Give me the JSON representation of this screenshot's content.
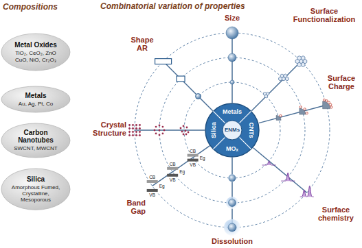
{
  "diagram": {
    "nodes": [
      {
        "text": [
          "Metal Oxides",
          "TiO₂, CeO₂, ZnO CuO, NiO, Cr₂O₃"
        ]
      },
      {
        "text": [
          "Metals",
          "Au, Ag, Pt, Co"
        ]
      },
      {
        "text": [
          "Carbon Nanotubes",
          "SWCNT, MWCNT"
        ]
      },
      {
        "text": [
          "Silica",
          "Amorphous Fumed, Crystalline, Mesoporous"
        ]
      },
      {
        "text": [
          "Metals",
          "CNTs",
          "MOₓ",
          "Silica"
        ]
      },
      {
        "text": [
          "ENMs"
        ],
        "in": 4
      }
    ],
    "labels": [
      "Compositions",
      "Combinatorial variation of properties",
      "Size",
      "Surface Functionalization",
      "Surface Charge",
      "Surface chemistry",
      "Dissolution",
      "Band Gap",
      "Crystal Structure",
      "Shape AR",
      "CB",
      "Eg",
      "VB",
      "CB",
      "Eg",
      "VB",
      "CB",
      "Eg",
      "VB"
    ]
  }
}
